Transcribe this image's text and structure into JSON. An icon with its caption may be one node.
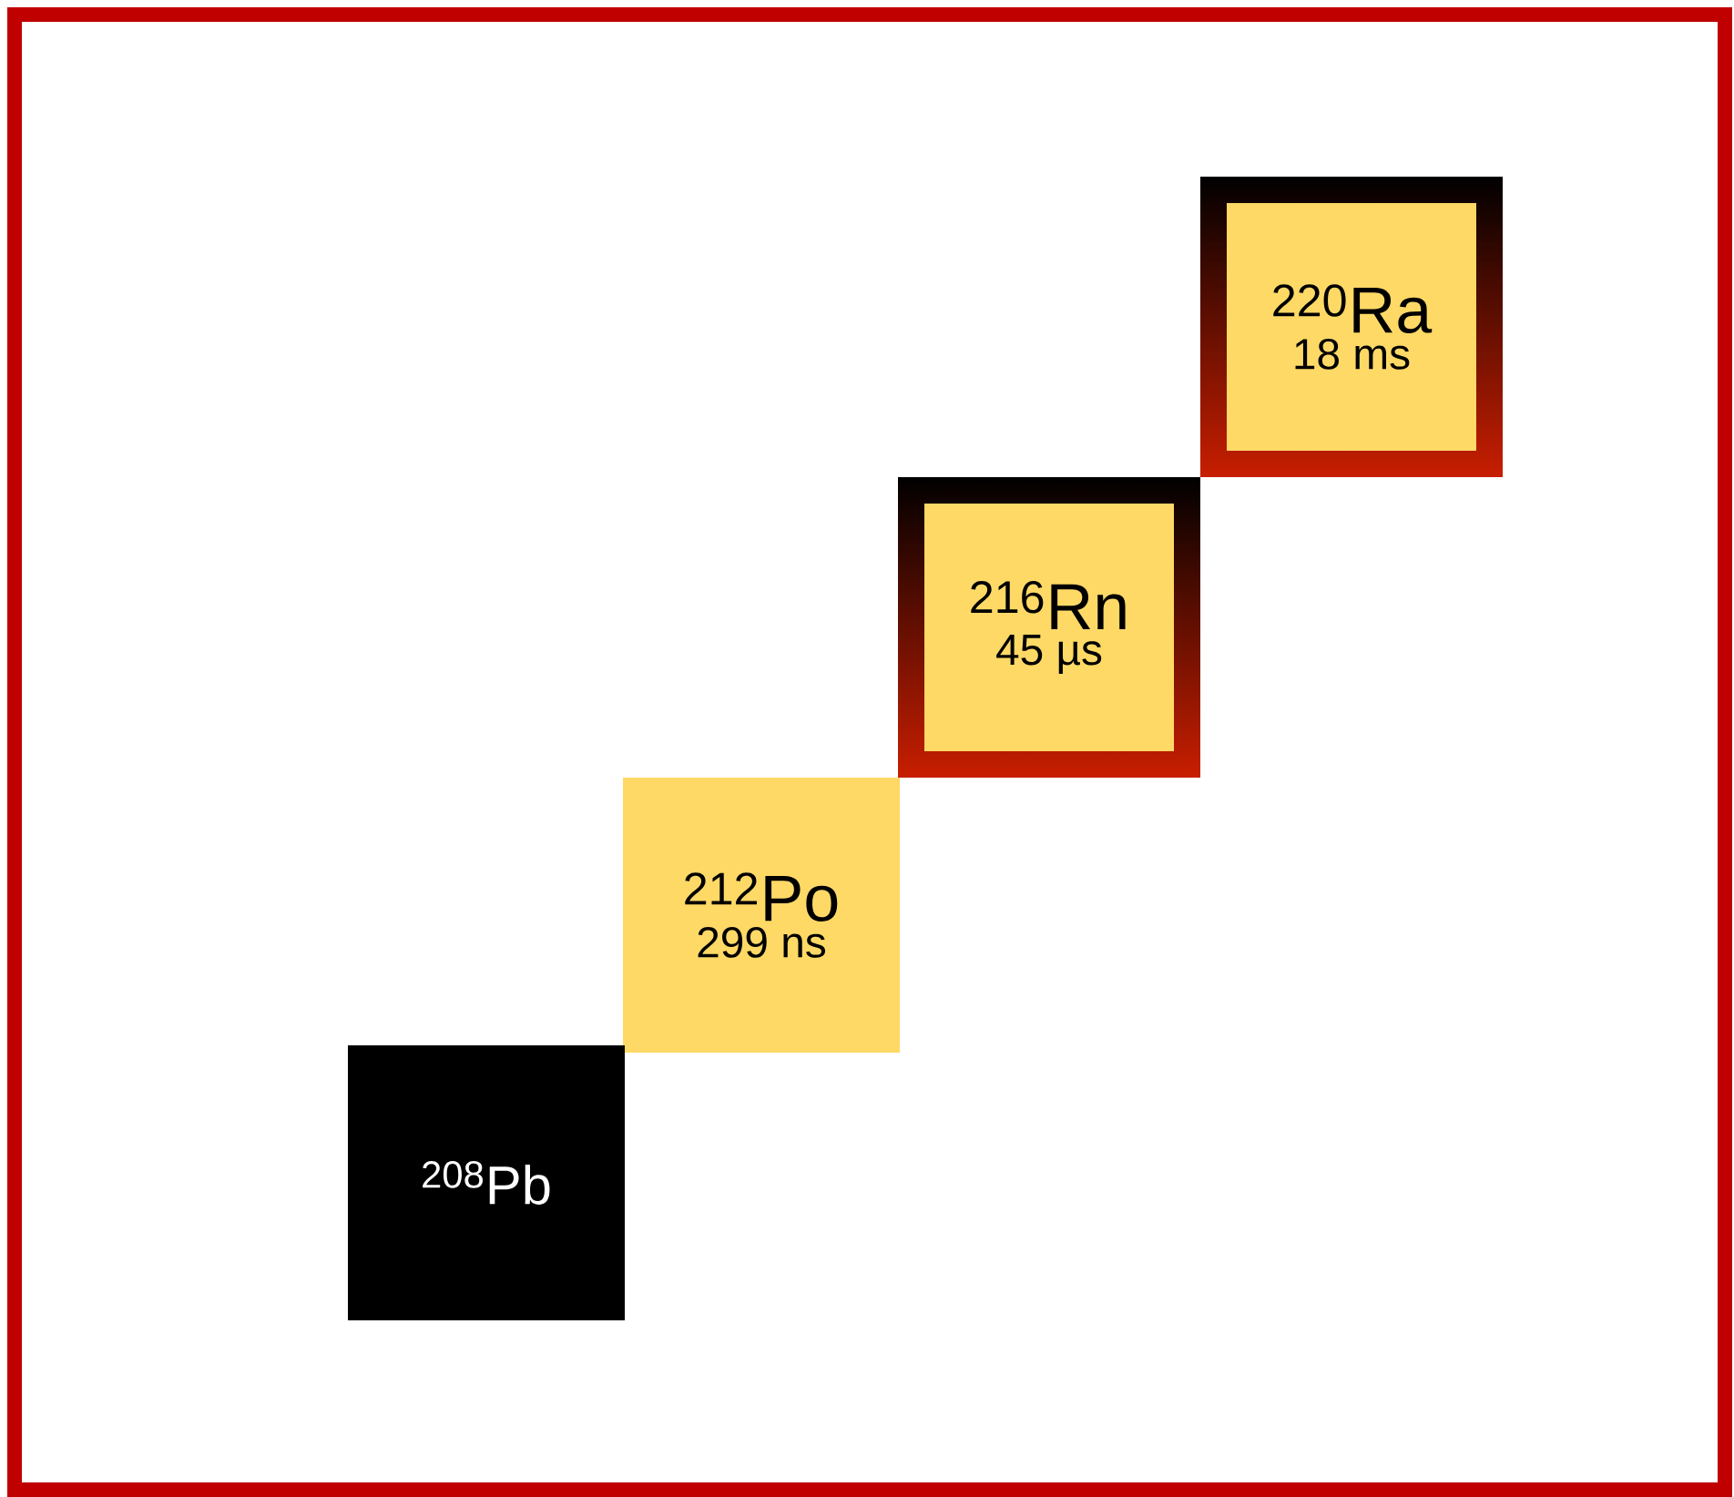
{
  "diagram": {
    "nodes": [
      {
        "text": [
          "$^{220}$Ra",
          "18 ms"
        ]
      },
      {
        "text": [
          "$^{216}$Rn",
          "45 µs"
        ]
      },
      {
        "text": [
          "$^{212}$Po",
          "299 ns"
        ]
      },
      {
        "text": [
          "$^{208}$Pb"
        ]
      }
    ]
  }
}
